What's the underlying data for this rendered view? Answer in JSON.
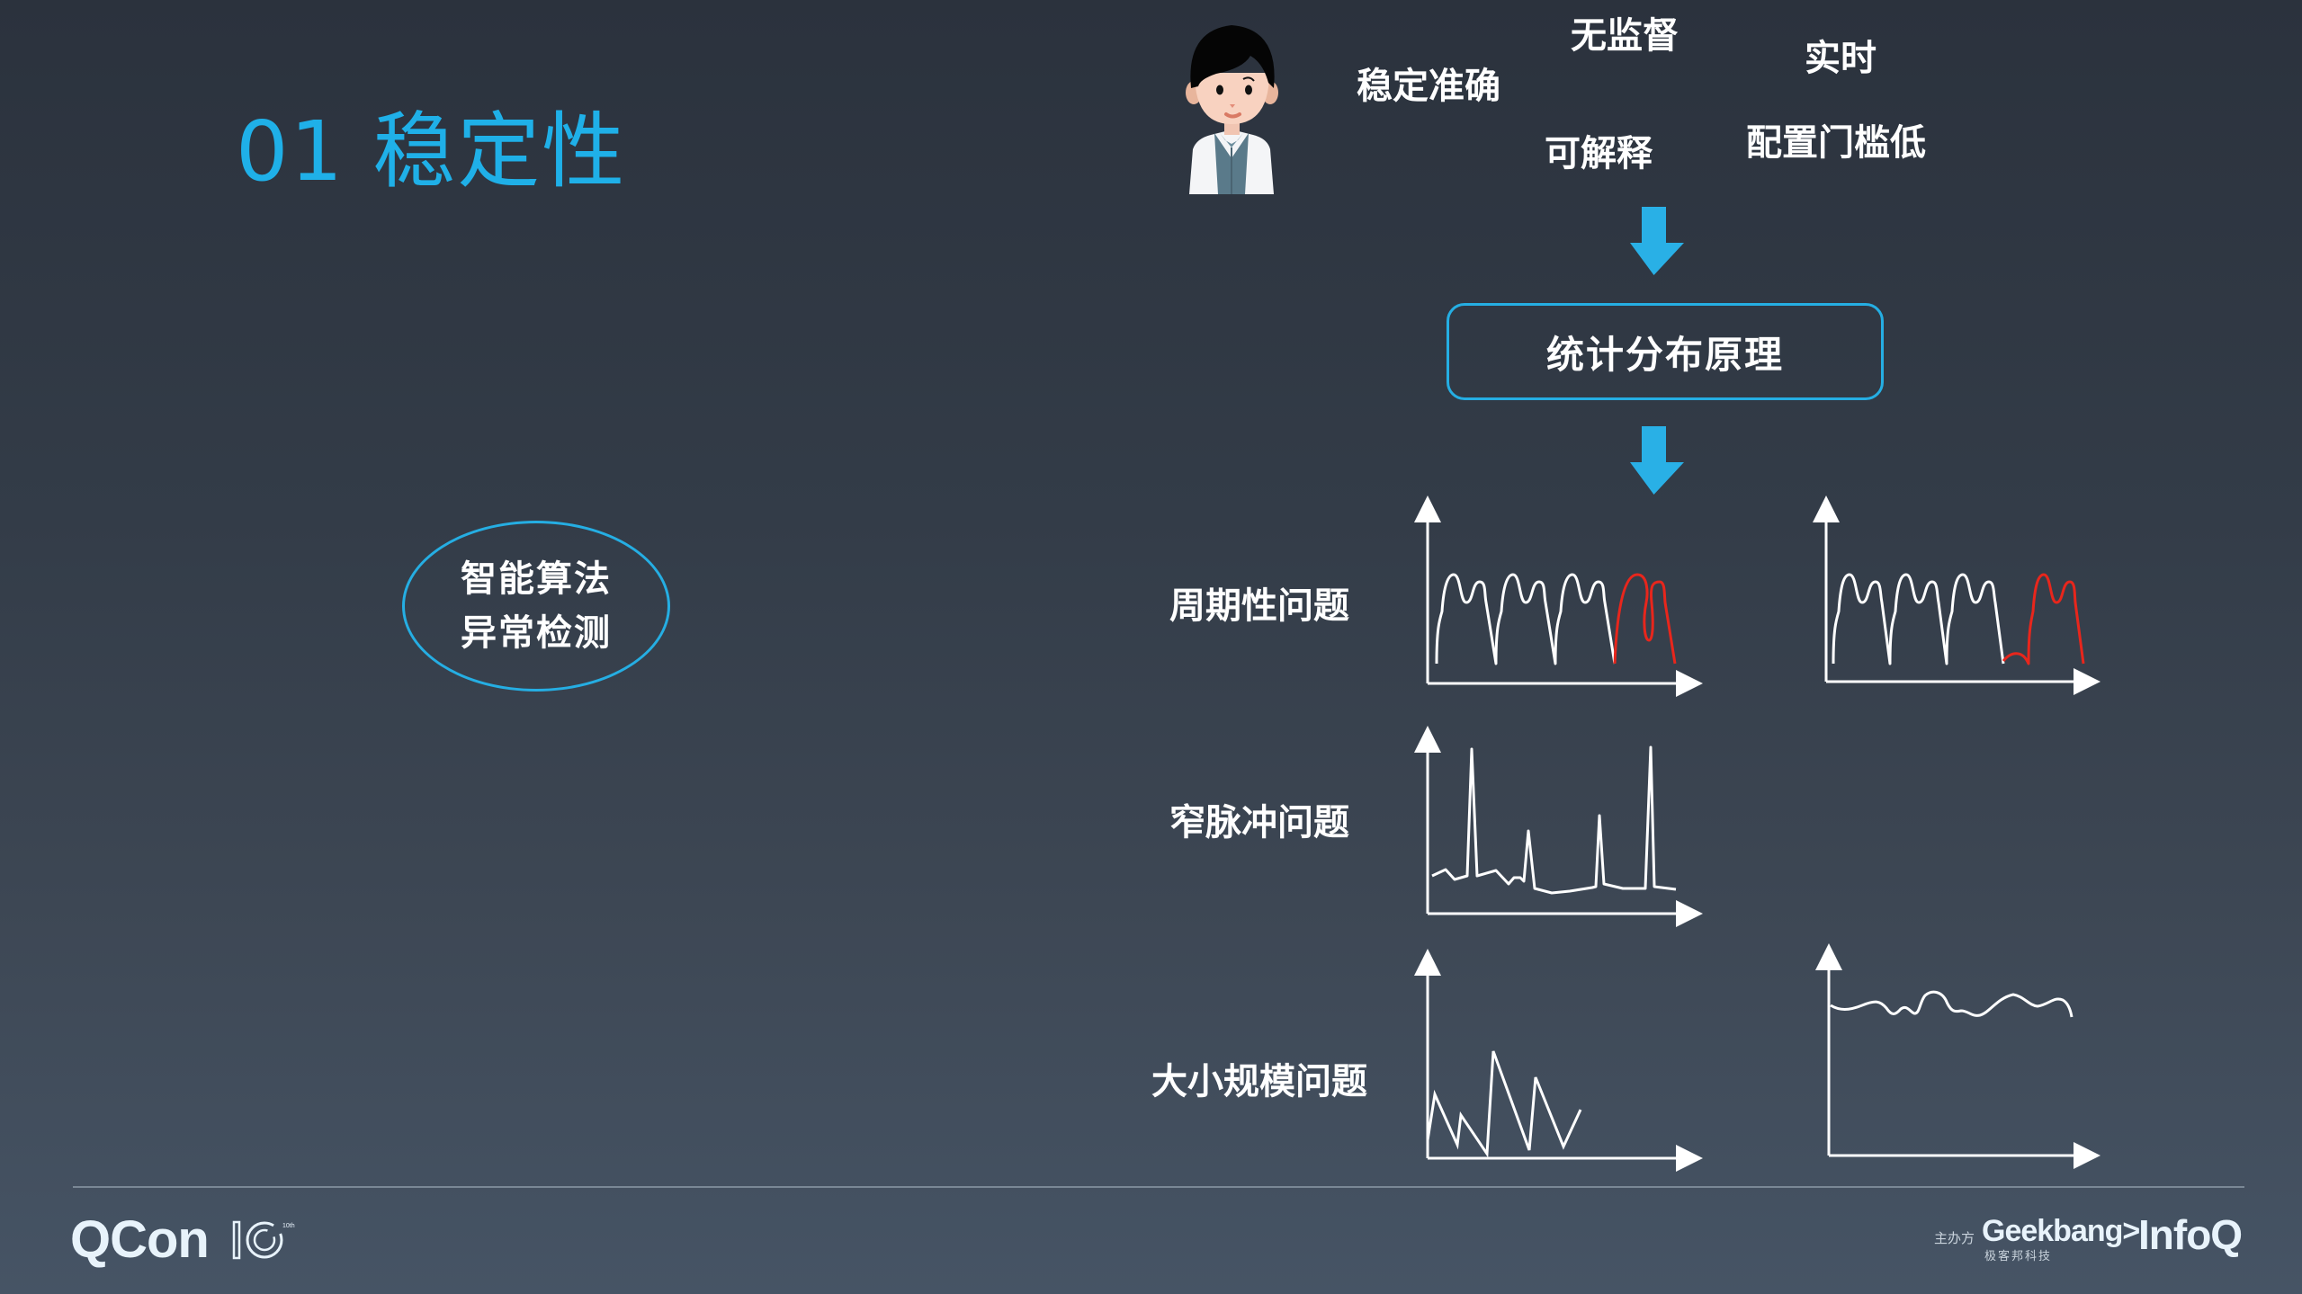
{
  "slide": {
    "title": "01 稳定性",
    "colors": {
      "accent": "#1fb0e8",
      "arrow": "#29b0e6",
      "anomaly": "#e8261c",
      "line": "#ffffff",
      "background_top": "#2b323d",
      "background_bottom": "#465465"
    }
  },
  "requirements": {
    "items": [
      {
        "label": "无监督"
      },
      {
        "label": "稳定准确"
      },
      {
        "label": "实时"
      },
      {
        "label": "可解释"
      },
      {
        "label": "配置门槛低"
      }
    ],
    "avatar_icon": "doctor-avatar-icon"
  },
  "method": {
    "label": "统计分布原理",
    "arrow_icon": "arrow-down-icon"
  },
  "topic": {
    "line1": "智能算法",
    "line2": "异常检测"
  },
  "problems": [
    {
      "label": "周期性问题",
      "charts": [
        "periodic-with-shape-anomaly",
        "periodic-with-phase-anomaly"
      ]
    },
    {
      "label": "窄脉冲问题",
      "charts": [
        "narrow-pulse-spikes"
      ]
    },
    {
      "label": "大小规模问题",
      "charts": [
        "large-scale-zigzag",
        "small-scale-flat-wave"
      ]
    }
  ],
  "footer": {
    "left_logo": "QCon",
    "left_logo_badge": "10th",
    "sponsor_label": "主办方",
    "sponsor_name": "Geekbang>.",
    "sponsor_sub": "极客邦科技",
    "partner": "InfoQ"
  }
}
